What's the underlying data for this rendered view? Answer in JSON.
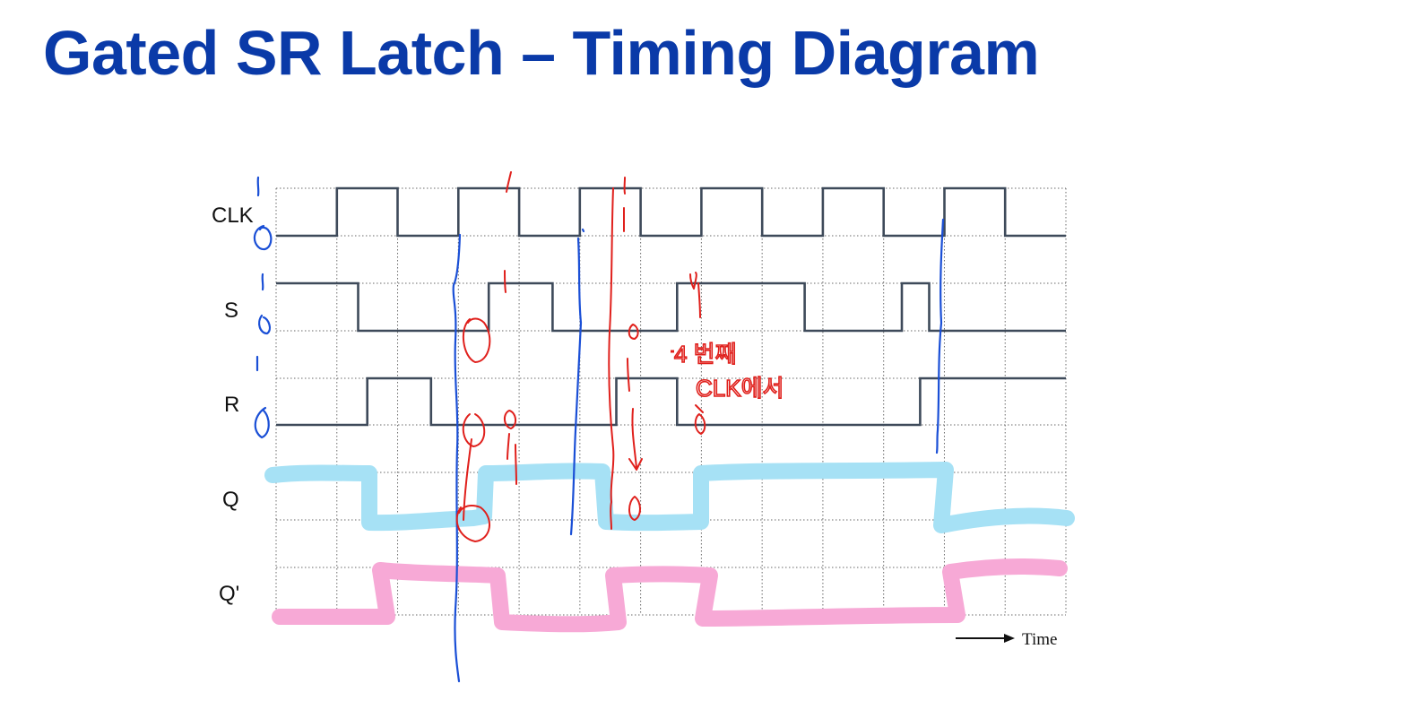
{
  "title": "Gated SR Latch – Timing Diagram",
  "time_label": "Time",
  "colors": {
    "title": "#0a3aa8",
    "signal": "#3e4a5a",
    "grid": "#6a6a6a",
    "annot_blue": "#1a4fd6",
    "annot_red": "#e0201c",
    "q_highlight": "#a6e1f5",
    "qbar_highlight": "#f7a9d6"
  },
  "annotation_note": [
    "4 번째",
    "CLK에서"
  ],
  "signals": [
    {
      "name": "CLK",
      "transitions": [
        1,
        2,
        3,
        4,
        5,
        6,
        7,
        8,
        9,
        10,
        11,
        12
      ],
      "initial": 0
    },
    {
      "name": "S",
      "transitions": [
        1.35,
        3.5,
        4.55,
        6.6,
        8.7,
        10.3,
        10.75
      ],
      "initial": 1
    },
    {
      "name": "R",
      "transitions": [
        1.5,
        2.55,
        5.6,
        6.6,
        10.6
      ],
      "initial": 0
    },
    {
      "name": "Q",
      "transitions": [],
      "initial": 0
    },
    {
      "name": "Q'",
      "transitions": [],
      "initial": 0
    }
  ]
}
